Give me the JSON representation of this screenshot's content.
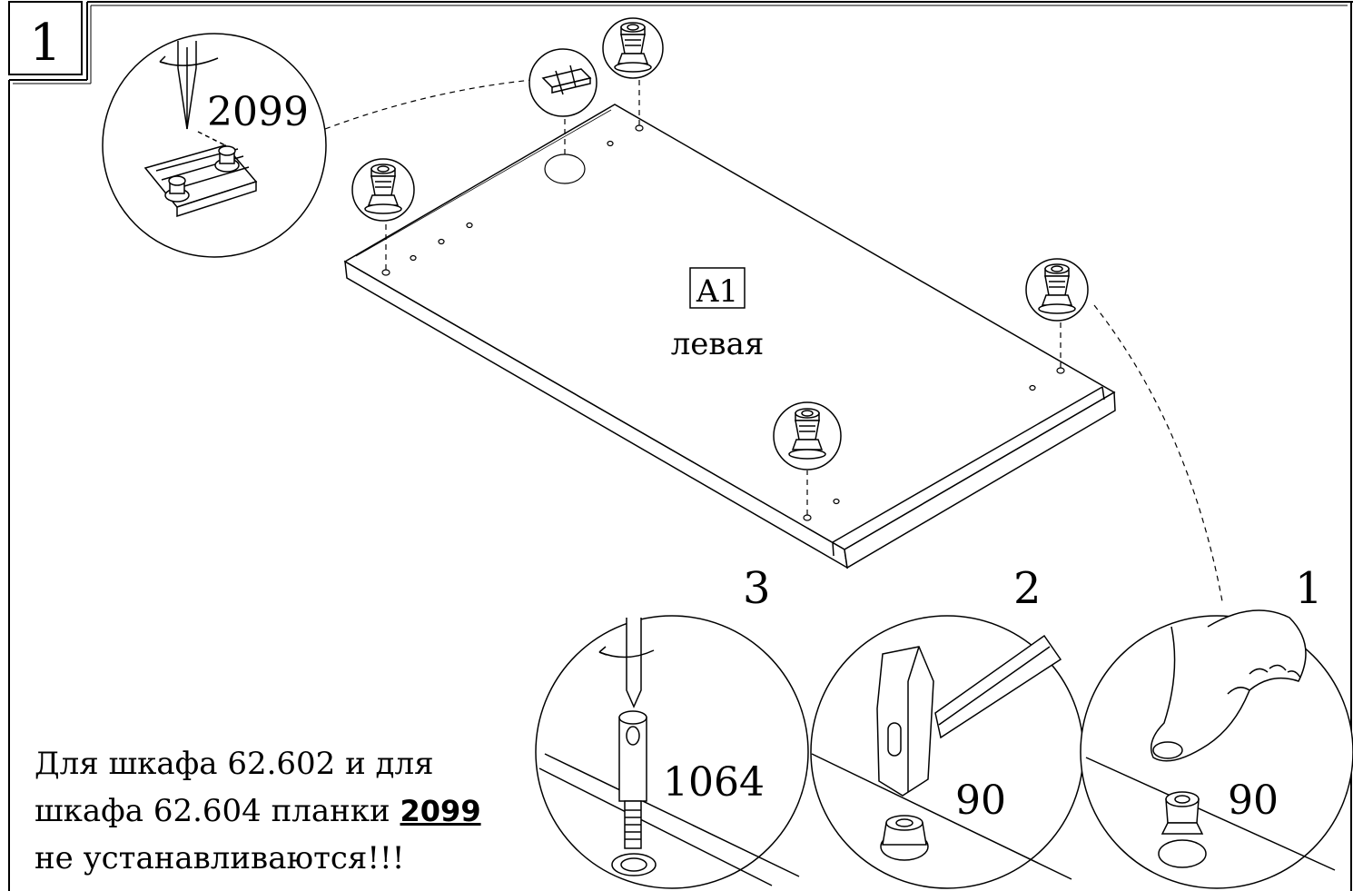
{
  "step": {
    "number": "1"
  },
  "panel": {
    "code": "A1",
    "side": "левая"
  },
  "detail": {
    "part_number": "2099"
  },
  "substeps": [
    {
      "order": "3",
      "part": "1064"
    },
    {
      "order": "2",
      "part": "90"
    },
    {
      "order": "1",
      "part": "90"
    }
  ],
  "note": {
    "line1": "Для шкафа 62.602 и для",
    "line2_prefix": "шкафа 62.604 планки ",
    "line2_bold": "2099",
    "line3": "не устанавливаются!!!"
  }
}
